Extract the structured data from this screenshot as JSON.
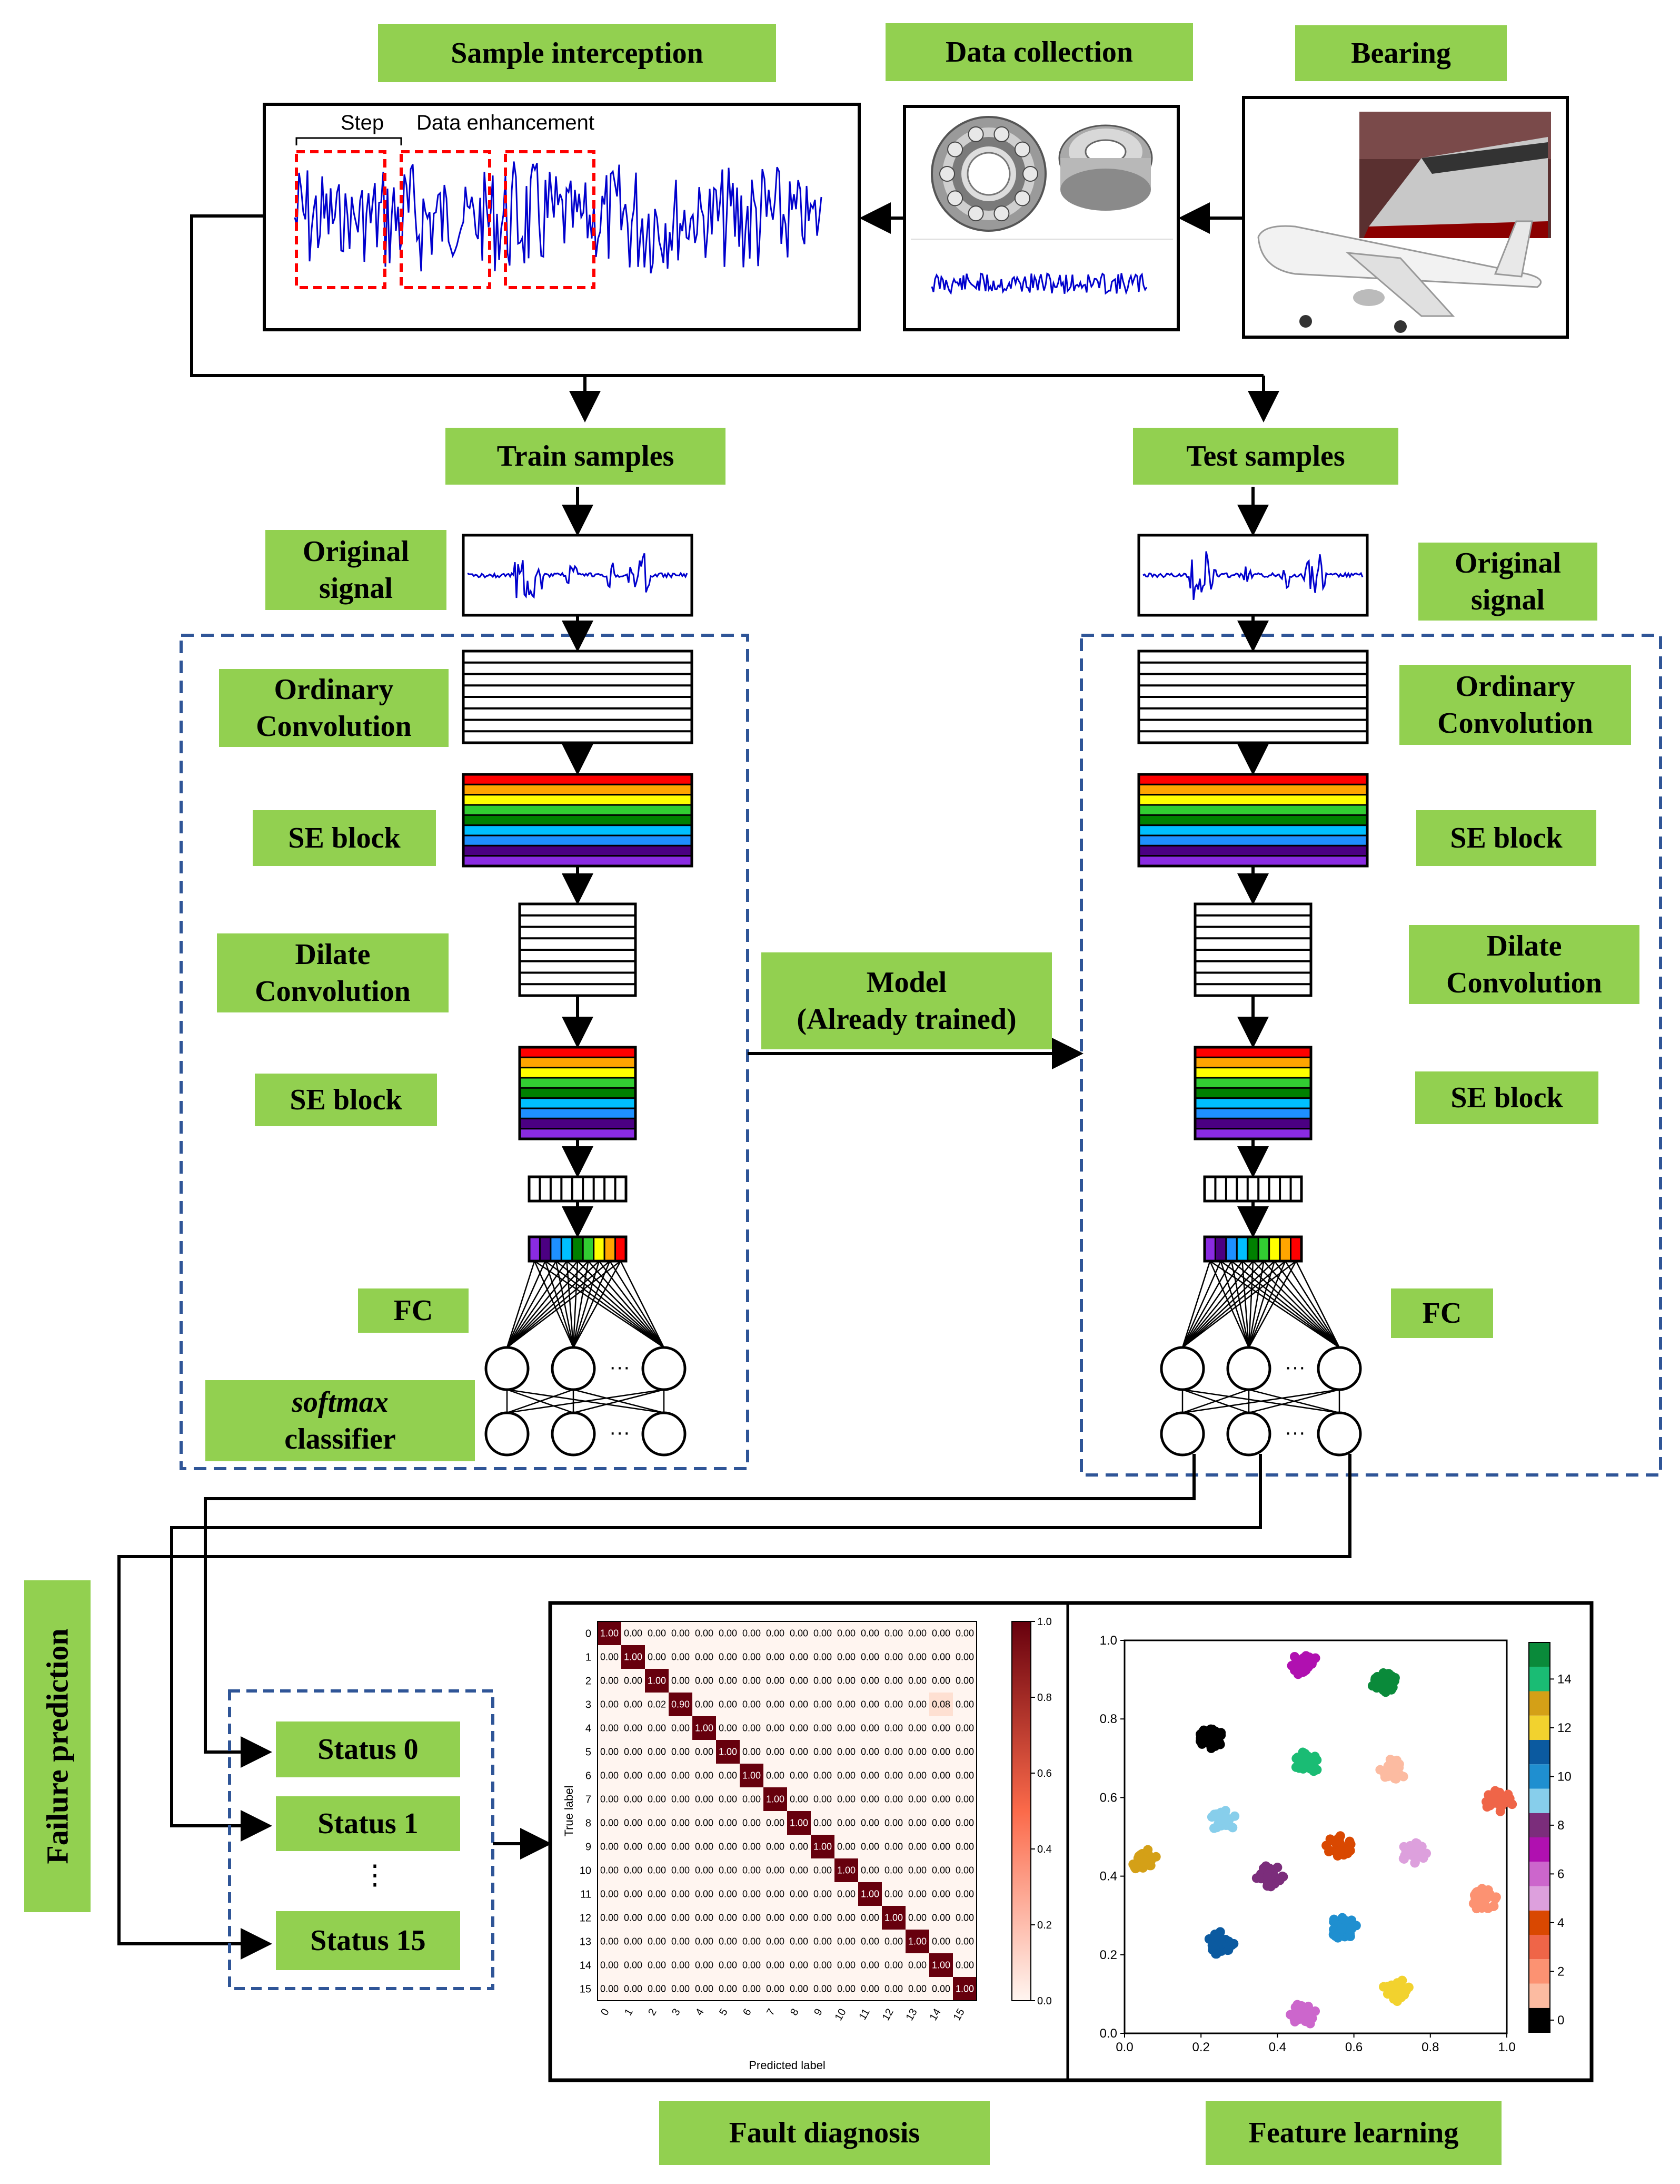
{
  "labels": {
    "sample_interception": "Sample interception",
    "data_collection": "Data collection",
    "bearing": "Bearing",
    "train_samples": "Train samples",
    "test_samples": "Test samples",
    "original_signal_l1": "Original",
    "original_signal_l2": "signal",
    "ordinary_conv_l1": "Ordinary",
    "ordinary_conv_l2": "Convolution",
    "se_block": "SE block",
    "dilate_conv_l1": "Dilate",
    "dilate_conv_l2": "Convolution",
    "fc": "FC",
    "softmax_l1": "softmax",
    "softmax_l2": "classifier",
    "model_l1": "Model",
    "model_l2": "(Already trained)",
    "failure_prediction": "Failure prediction",
    "status_0": "Status 0",
    "status_1": "Status 1",
    "status_15": "Status 15",
    "status_dots": "⋮",
    "fault_diagnosis": "Fault diagnosis",
    "feature_learning": "Feature learning",
    "step": "Step",
    "data_enhancement": "Data enhancement",
    "ellipsis": "···"
  },
  "confusion_matrix": {
    "classes": [
      "0",
      "1",
      "2",
      "3",
      "4",
      "5",
      "6",
      "7",
      "8",
      "9",
      "10",
      "11",
      "12",
      "13",
      "14",
      "15"
    ],
    "diagonal": [
      "1.00",
      "1.00",
      "1.00",
      "0.90",
      "1.00",
      "1.00",
      "1.00",
      "1.00",
      "1.00",
      "1.00",
      "1.00",
      "1.00",
      "1.00",
      "1.00",
      "1.00",
      "1.00"
    ],
    "offdiag_text": "0.00",
    "row3_text": "0.00 0.00 0.02 0.90 0.00 0.00 0.00 0.00 0.00 0.00 0.00 0.00 0.00 0.00 0.08 0.00",
    "xlabel": "Predicted label",
    "ylabel": "True label",
    "colorbar_ticks": [
      "0.0",
      "0.2",
      "0.4",
      "0.6",
      "0.8",
      "1.0"
    ],
    "colors": {
      "low": "#fff5f0",
      "high": "#67000d"
    }
  },
  "scatter": {
    "xticks": [
      "0.0",
      "0.2",
      "0.4",
      "0.6",
      "0.8",
      "1.0"
    ],
    "yticks": [
      "0.0",
      "0.2",
      "0.4",
      "0.6",
      "0.8",
      "1.0"
    ],
    "colorbar_ticks": [
      "0",
      "2",
      "4",
      "6",
      "8",
      "10",
      "12",
      "14"
    ],
    "clusters": [
      {
        "label": 0,
        "x": 0.23,
        "y": 0.75,
        "color": "#000000"
      },
      {
        "label": 1,
        "x": 0.7,
        "y": 0.67,
        "color": "#fcbba1"
      },
      {
        "label": 2,
        "x": 0.94,
        "y": 0.34,
        "color": "#fc9272"
      },
      {
        "label": 3,
        "x": 0.98,
        "y": 0.59,
        "color": "#ef6548"
      },
      {
        "label": 4,
        "x": 0.56,
        "y": 0.48,
        "color": "#d94801"
      },
      {
        "label": 5,
        "x": 0.76,
        "y": 0.46,
        "color": "#dda0dd"
      },
      {
        "label": 6,
        "x": 0.47,
        "y": 0.05,
        "color": "#cc66cc"
      },
      {
        "label": 7,
        "x": 0.47,
        "y": 0.94,
        "color": "#b010b0"
      },
      {
        "label": 8,
        "x": 0.38,
        "y": 0.4,
        "color": "#7b2d7b"
      },
      {
        "label": 9,
        "x": 0.26,
        "y": 0.54,
        "color": "#87ceeb"
      },
      {
        "label": 10,
        "x": 0.57,
        "y": 0.27,
        "color": "#1f8fd0"
      },
      {
        "label": 11,
        "x": 0.25,
        "y": 0.23,
        "color": "#0b5aa0"
      },
      {
        "label": 12,
        "x": 0.71,
        "y": 0.11,
        "color": "#f2d22e"
      },
      {
        "label": 13,
        "x": 0.05,
        "y": 0.44,
        "color": "#d4a017"
      },
      {
        "label": 14,
        "x": 0.48,
        "y": 0.69,
        "color": "#1abc74"
      },
      {
        "label": 15,
        "x": 0.68,
        "y": 0.89,
        "color": "#0a8a3a"
      }
    ]
  },
  "colors": {
    "label_green": "#92d050",
    "dash_blue": "#2f5597",
    "signal_blue": "#0000cd",
    "red_dash": "#ff0000"
  }
}
